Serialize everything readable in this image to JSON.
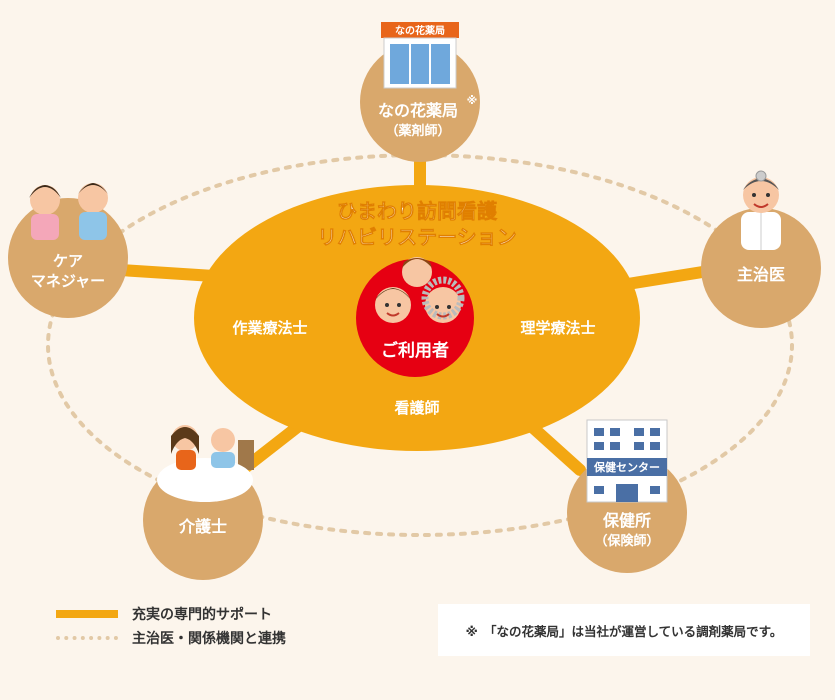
{
  "center": {
    "title_line1": "ひまわり訪問看護",
    "title_line2": "リハビリステーション",
    "core_label": "ご利用者",
    "roles": [
      "作業療法士",
      "理学療法士",
      "看護師"
    ]
  },
  "partners": {
    "pharmacy": {
      "label": "なの花薬局",
      "sub": "（薬剤師）",
      "mark": "※",
      "sign": "なの花薬局"
    },
    "care_manager": {
      "line1": "ケア",
      "line2": "マネジャー"
    },
    "doctor": {
      "label": "主治医"
    },
    "caregiver": {
      "label": "介護士"
    },
    "health_center": {
      "label": "保健所",
      "sub": "（保険師）",
      "sign": "保健センター"
    }
  },
  "legend": {
    "solid": "充実の専門的サポート",
    "dotted": "主治医・関係機関と連携"
  },
  "note": "※　「なの花薬局」は当社が運営している調剤薬局です。",
  "colors": {
    "background": "#fcf5ec",
    "ellipse": "#f3a712",
    "partner_circle": "#d9a86c",
    "core_circle": "#e60012",
    "dotted": "#e2c9a6"
  }
}
